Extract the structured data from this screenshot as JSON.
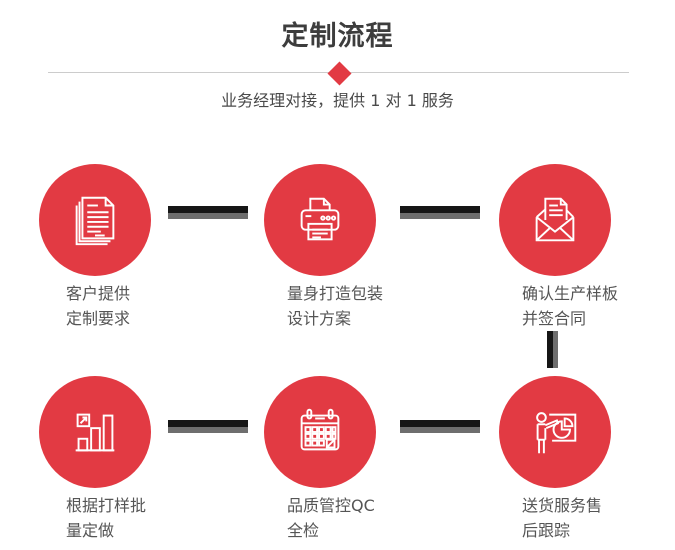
{
  "header": {
    "title": "定制流程",
    "subtitle": "业务经理对接，提供 1 对 1 服务"
  },
  "colors": {
    "accent": "#e23a43",
    "connector_dark": "#161616",
    "connector_gray": "#6e6e6e",
    "divider": "#cccccc",
    "title_text": "#3d3d3d",
    "label_text": "#555555"
  },
  "steps": [
    {
      "icon": "documents-icon",
      "line1": "客户提供",
      "line2": "定制要求"
    },
    {
      "icon": "printer-icon",
      "line1": "量身打造包装",
      "line2": "设计方案"
    },
    {
      "icon": "envelope-icon",
      "line1": "确认生产样板",
      "line2": "并签合同"
    },
    {
      "icon": "bar-chart-icon",
      "line1": "根据打样批",
      "line2": "量定做"
    },
    {
      "icon": "calendar-icon",
      "line1": "品质管控QC",
      "line2": "全检"
    },
    {
      "icon": "presentation-icon",
      "line1": "送货服务售",
      "line2": "后跟踪"
    }
  ]
}
